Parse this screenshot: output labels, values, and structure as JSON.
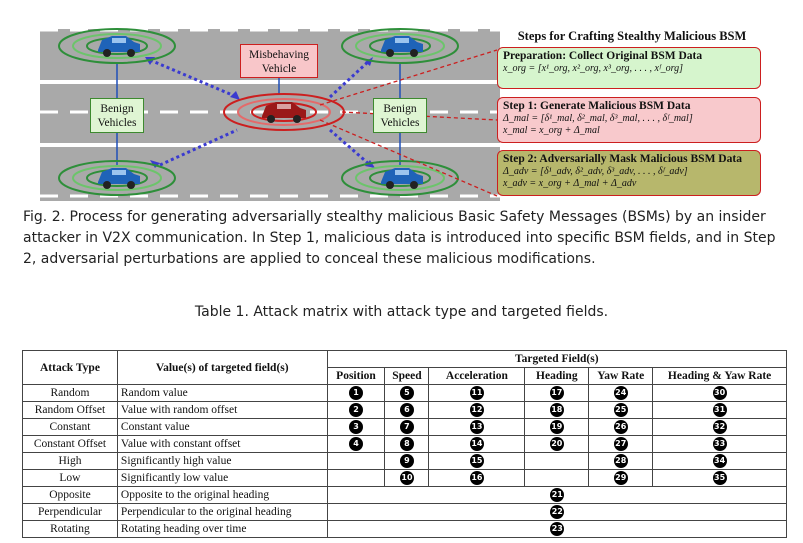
{
  "figure": {
    "steps_title": "Steps for Crafting Stealthy Malicious BSM",
    "labels": {
      "misbehaving": "Misbehaving Vehicle",
      "benign_left": "Benign Vehicles",
      "benign_right": "Benign Vehicles"
    },
    "steps": [
      {
        "title": "Preparation: Collect Original BSM Data",
        "eq1": "x_org = [x¹_org, x²_org, x³_org, . . . , xᶠ_org]",
        "eq2": ""
      },
      {
        "title": "Step 1: Generate Malicious BSM Data",
        "eq1": "Δ_mal = [δ¹_mal, δ²_mal, δ³_mal, . . . , δᶠ_mal]",
        "eq2": "x_mal = x_org + Δ_mal"
      },
      {
        "title": "Step 2: Adversarially Mask Malicious BSM Data",
        "eq1": "Δ_adv = [δ¹_adv, δ²_adv, δ³_adv, . . . , δᶠ_adv]",
        "eq2": "x_adv = x_org + Δ_mal + Δ_adv"
      }
    ],
    "colors": {
      "road": "#a7a7a7",
      "benign_car": "#1f63b8",
      "malicious_car": "#9a1818",
      "ring_green": "#2e8f3a",
      "ring_red": "#cc1f1f",
      "arrow": "#3a3ad0"
    },
    "caption": "Fig. 2.  Process for generating adversarially stealthy malicious Basic Safety Messages (BSMs) by an insider attacker in V2X communication. In Step 1, malicious data is introduced into specific BSM fields, and in Step 2, adversarial perturbations are applied to conceal these malicious modifications."
  },
  "table": {
    "title": "Table 1.  Attack matrix with attack type and targeted fields.",
    "header": {
      "attack_type": "Attack Type",
      "values": "Value(s) of targeted field(s)",
      "targeted": "Targeted Field(s)",
      "fields": [
        "Position",
        "Speed",
        "Acceleration",
        "Heading",
        "Yaw Rate",
        "Heading & Yaw Rate"
      ]
    },
    "rows": [
      {
        "type": "Random",
        "value": "Random value",
        "cells": [
          "1",
          "5",
          "11",
          "17",
          "24",
          "30"
        ]
      },
      {
        "type": "Random Offset",
        "value": "Value with random offset",
        "cells": [
          "2",
          "6",
          "12",
          "18",
          "25",
          "31"
        ]
      },
      {
        "type": "Constant",
        "value": "Constant value",
        "cells": [
          "3",
          "7",
          "13",
          "19",
          "26",
          "32"
        ]
      },
      {
        "type": "Constant Offset",
        "value": "Value with constant offset",
        "cells": [
          "4",
          "8",
          "14",
          "20",
          "27",
          "33"
        ]
      },
      {
        "type": "High",
        "value": "Significantly high value",
        "cells": [
          "",
          "9",
          "15",
          "",
          "28",
          "34"
        ]
      },
      {
        "type": "Low",
        "value": "Significantly low value",
        "cells": [
          "",
          "10",
          "16",
          "",
          "29",
          "35"
        ]
      }
    ],
    "span_rows": [
      {
        "type": "Opposite",
        "value": "Opposite to the original heading",
        "id": "21"
      },
      {
        "type": "Perpendicular",
        "value": "Perpendicular to the original heading",
        "id": "22"
      },
      {
        "type": "Rotating",
        "value": "Rotating heading over time",
        "id": "23"
      }
    ]
  }
}
